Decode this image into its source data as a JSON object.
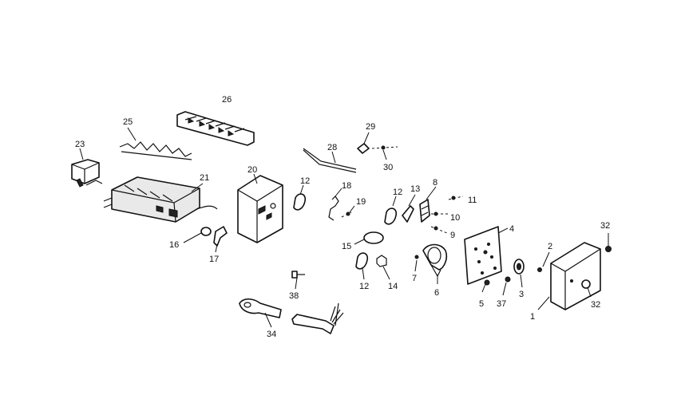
{
  "diagram": {
    "callouts": {
      "c1": "1",
      "c2": "2",
      "c3": "3",
      "c4": "4",
      "c5": "5",
      "c6": "6",
      "c7": "7",
      "c8": "8",
      "c9": "9",
      "c10": "10",
      "c11": "11",
      "c12a": "12",
      "c12b": "12",
      "c12c": "12",
      "c13": "13",
      "c14": "14",
      "c15": "15",
      "c16": "16",
      "c17": "17",
      "c18": "18",
      "c19": "19",
      "c20": "20",
      "c21": "21",
      "c23": "23",
      "c25": "25",
      "c26": "26",
      "c28": "28",
      "c29": "29",
      "c30": "30",
      "c32a": "32",
      "c32b": "32",
      "c34": "34",
      "c37": "37",
      "c38": "38"
    }
  }
}
